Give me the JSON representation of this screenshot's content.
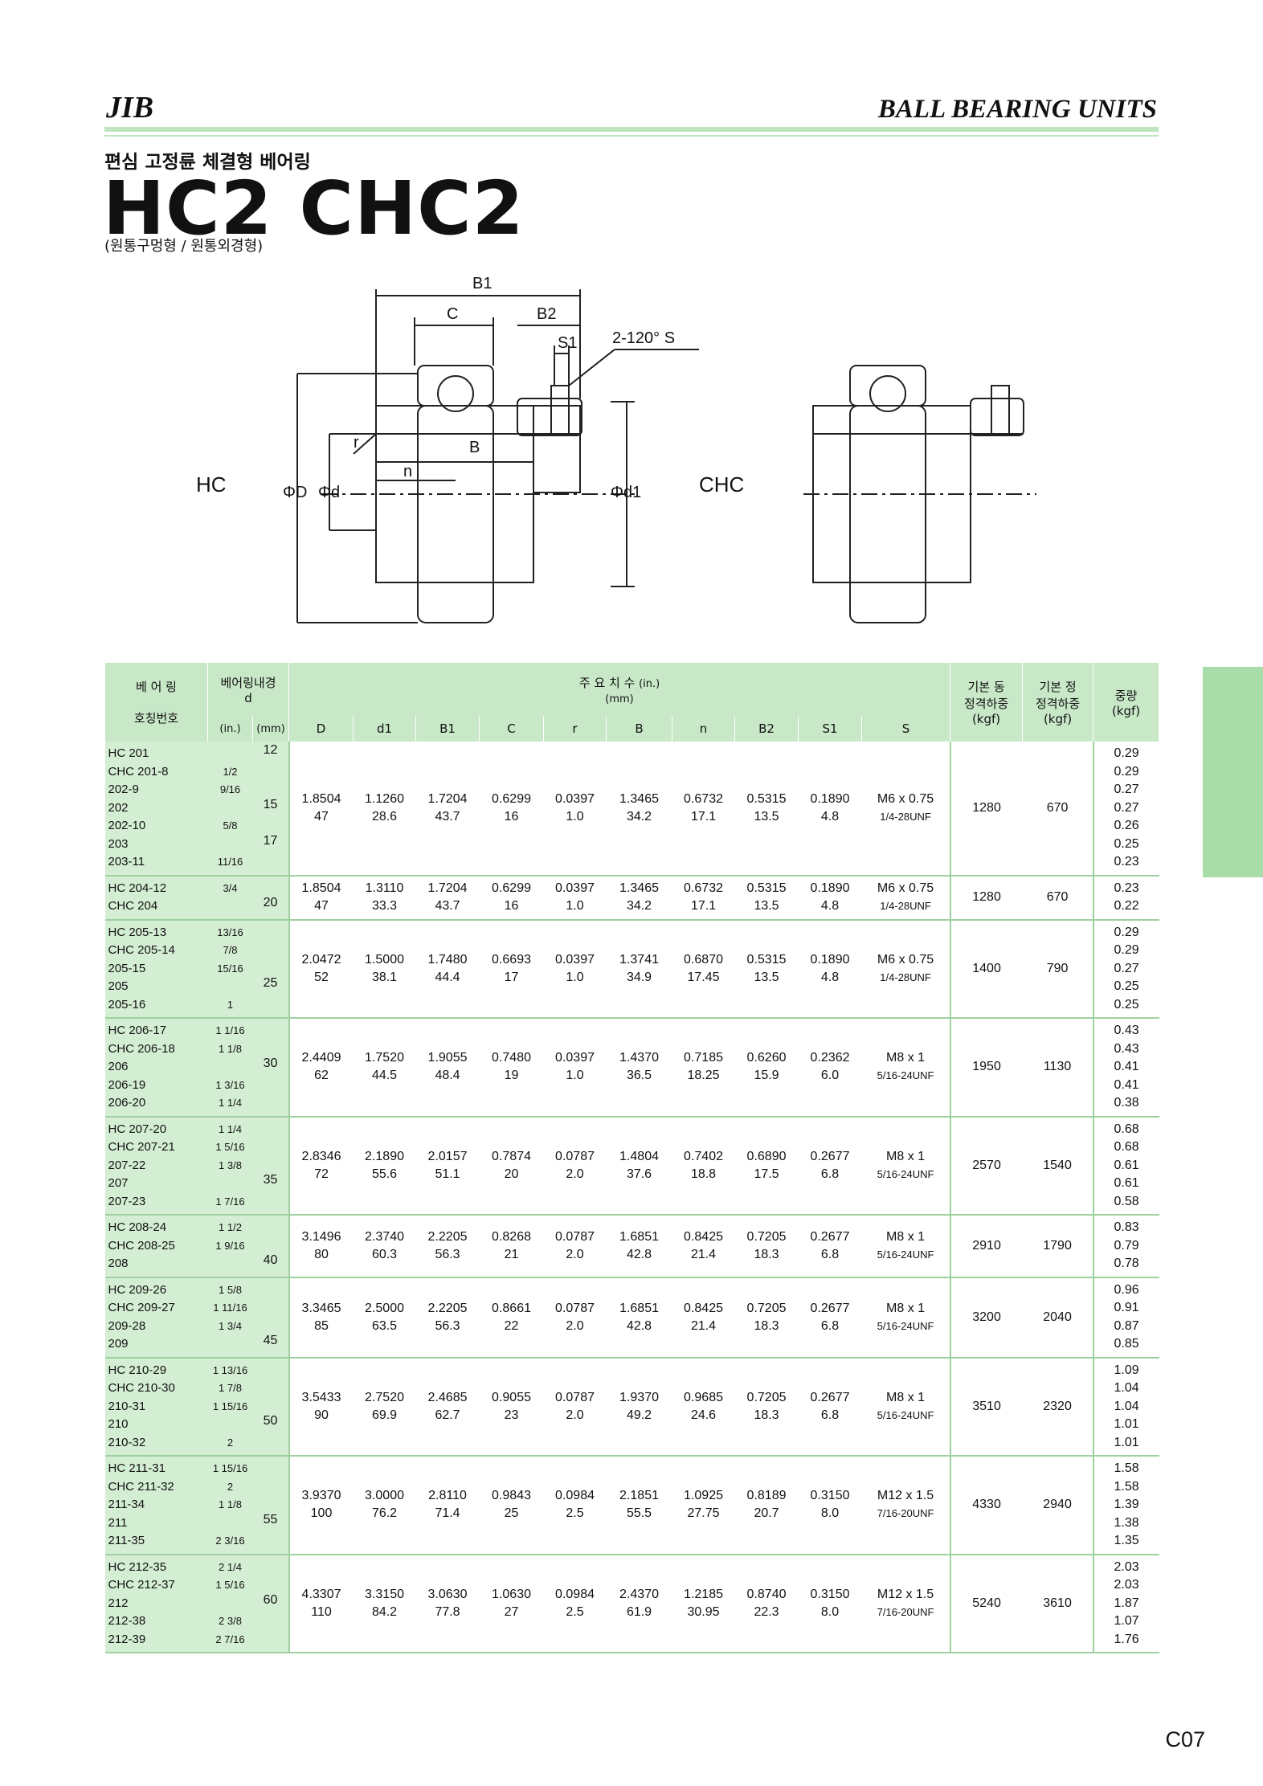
{
  "header": {
    "brand": "JIB",
    "section": "BALL BEARING UNITS",
    "ko_title": "편심 고정륜 체결형 베어링",
    "model": "HC2  CHC2",
    "subtitle": "(원통구멍형 / 원통외경형)"
  },
  "drawing": {
    "left_label": "HC",
    "right_label": "CHC",
    "dims": {
      "B1": "B1",
      "C": "C",
      "B2": "B2",
      "S1": "S1",
      "S": "2-120° S",
      "r": "r",
      "B": "B",
      "n": "n",
      "D": "ΦD",
      "d": "Φd",
      "d1": "Φd1"
    }
  },
  "table": {
    "headers": {
      "designation_1": "베 어 링",
      "designation_2": "호칭번호",
      "bore": "베어링내경",
      "bore_sym": "d",
      "main_dims": "주 요 치 수",
      "units": "(in.)\n(mm)",
      "inch": "(in.)",
      "mm": "(mm)",
      "cols": [
        "D",
        "d1",
        "B1",
        "C",
        "r",
        "B",
        "n",
        "B2",
        "S1",
        "S"
      ],
      "dyn": "기본 동\n정격하중\n(kgf)",
      "stat": "기본 정\n정격하중\n(kgf)",
      "mass": "중량\n(kgf)"
    },
    "groups": [
      {
        "designations": [
          "HC  201",
          "CHC 201-8",
          "202-9",
          "202",
          "202-10",
          "203",
          "203-11"
        ],
        "inch": [
          "",
          "1/2",
          "9/16",
          "",
          "5/8",
          "",
          "11/16"
        ],
        "mm": [
          "12",
          "",
          "",
          "15",
          "",
          "17",
          ""
        ],
        "D": [
          "1.8504",
          "47"
        ],
        "d1": [
          "1.1260",
          "28.6"
        ],
        "B1": [
          "1.7204",
          "43.7"
        ],
        "C": [
          "0.6299",
          "16"
        ],
        "r": [
          "0.0397",
          "1.0"
        ],
        "B": [
          "1.3465",
          "34.2"
        ],
        "n": [
          "0.6732",
          "17.1"
        ],
        "B2": [
          "0.5315",
          "13.5"
        ],
        "S1": [
          "0.1890",
          "4.8"
        ],
        "S": [
          "M6 x 0.75",
          "1/4-28UNF"
        ],
        "dyn": "1280",
        "stat": "670",
        "mass": [
          "0.29",
          "0.29",
          "0.27",
          "0.27",
          "0.26",
          "0.25",
          "0.23"
        ]
      },
      {
        "designations": [
          "HC  204-12",
          "CHC 204"
        ],
        "inch": [
          "3/4",
          ""
        ],
        "mm": [
          "",
          "20"
        ],
        "D": [
          "1.8504",
          "47"
        ],
        "d1": [
          "1.3110",
          "33.3"
        ],
        "B1": [
          "1.7204",
          "43.7"
        ],
        "C": [
          "0.6299",
          "16"
        ],
        "r": [
          "0.0397",
          "1.0"
        ],
        "B": [
          "1.3465",
          "34.2"
        ],
        "n": [
          "0.6732",
          "17.1"
        ],
        "B2": [
          "0.5315",
          "13.5"
        ],
        "S1": [
          "0.1890",
          "4.8"
        ],
        "S": [
          "M6 x 0.75",
          "1/4-28UNF"
        ],
        "dyn": "1280",
        "stat": "670",
        "mass": [
          "0.23",
          "0.22"
        ]
      },
      {
        "designations": [
          "HC  205-13",
          "CHC 205-14",
          "205-15",
          "205",
          "205-16"
        ],
        "inch": [
          "13/16",
          "7/8",
          "15/16",
          "",
          "1"
        ],
        "mm": [
          "",
          "",
          "",
          "25",
          ""
        ],
        "D": [
          "2.0472",
          "52"
        ],
        "d1": [
          "1.5000",
          "38.1"
        ],
        "B1": [
          "1.7480",
          "44.4"
        ],
        "C": [
          "0.6693",
          "17"
        ],
        "r": [
          "0.0397",
          "1.0"
        ],
        "B": [
          "1.3741",
          "34.9"
        ],
        "n": [
          "0.6870",
          "17.45"
        ],
        "B2": [
          "0.5315",
          "13.5"
        ],
        "S1": [
          "0.1890",
          "4.8"
        ],
        "S": [
          "M6 x 0.75",
          "1/4-28UNF"
        ],
        "dyn": "1400",
        "stat": "790",
        "mass": [
          "0.29",
          "0.29",
          "0.27",
          "0.25",
          "0.25"
        ]
      },
      {
        "designations": [
          "HC  206-17",
          "CHC 206-18",
          "206",
          "206-19",
          "206-20"
        ],
        "inch": [
          "1 1/16",
          "1 1/8",
          "",
          "1 3/16",
          "1 1/4"
        ],
        "mm": [
          "",
          "",
          "30",
          "",
          ""
        ],
        "D": [
          "2.4409",
          "62"
        ],
        "d1": [
          "1.7520",
          "44.5"
        ],
        "B1": [
          "1.9055",
          "48.4"
        ],
        "C": [
          "0.7480",
          "19"
        ],
        "r": [
          "0.0397",
          "1.0"
        ],
        "B": [
          "1.4370",
          "36.5"
        ],
        "n": [
          "0.7185",
          "18.25"
        ],
        "B2": [
          "0.6260",
          "15.9"
        ],
        "S1": [
          "0.2362",
          "6.0"
        ],
        "S": [
          "M8 x 1",
          "5/16-24UNF"
        ],
        "dyn": "1950",
        "stat": "1130",
        "mass": [
          "0.43",
          "0.43",
          "0.41",
          "0.41",
          "0.38"
        ]
      },
      {
        "designations": [
          "HC  207-20",
          "CHC 207-21",
          "207-22",
          "207",
          "207-23"
        ],
        "inch": [
          "1 1/4",
          "1 5/16",
          "1 3/8",
          "",
          "1 7/16"
        ],
        "mm": [
          "",
          "",
          "",
          "35",
          ""
        ],
        "D": [
          "2.8346",
          "72"
        ],
        "d1": [
          "2.1890",
          "55.6"
        ],
        "B1": [
          "2.0157",
          "51.1"
        ],
        "C": [
          "0.7874",
          "20"
        ],
        "r": [
          "0.0787",
          "2.0"
        ],
        "B": [
          "1.4804",
          "37.6"
        ],
        "n": [
          "0.7402",
          "18.8"
        ],
        "B2": [
          "0.6890",
          "17.5"
        ],
        "S1": [
          "0.2677",
          "6.8"
        ],
        "S": [
          "M8 x 1",
          "5/16-24UNF"
        ],
        "dyn": "2570",
        "stat": "1540",
        "mass": [
          "0.68",
          "0.68",
          "0.61",
          "0.61",
          "0.58"
        ]
      },
      {
        "designations": [
          "HC  208-24",
          "CHC 208-25",
          "208"
        ],
        "inch": [
          "1 1/2",
          "1 9/16",
          ""
        ],
        "mm": [
          "",
          "",
          "40"
        ],
        "D": [
          "3.1496",
          "80"
        ],
        "d1": [
          "2.3740",
          "60.3"
        ],
        "B1": [
          "2.2205",
          "56.3"
        ],
        "C": [
          "0.8268",
          "21"
        ],
        "r": [
          "0.0787",
          "2.0"
        ],
        "B": [
          "1.6851",
          "42.8"
        ],
        "n": [
          "0.8425",
          "21.4"
        ],
        "B2": [
          "0.7205",
          "18.3"
        ],
        "S1": [
          "0.2677",
          "6.8"
        ],
        "S": [
          "M8 x 1",
          "5/16-24UNF"
        ],
        "dyn": "2910",
        "stat": "1790",
        "mass": [
          "0.83",
          "0.79",
          "0.78"
        ]
      },
      {
        "designations": [
          "HC  209-26",
          "CHC 209-27",
          "209-28",
          "209"
        ],
        "inch": [
          "1 5/8",
          "1 11/16",
          "1 3/4",
          ""
        ],
        "mm": [
          "",
          "",
          "",
          "45"
        ],
        "D": [
          "3.3465",
          "85"
        ],
        "d1": [
          "2.5000",
          "63.5"
        ],
        "B1": [
          "2.2205",
          "56.3"
        ],
        "C": [
          "0.8661",
          "22"
        ],
        "r": [
          "0.0787",
          "2.0"
        ],
        "B": [
          "1.6851",
          "42.8"
        ],
        "n": [
          "0.8425",
          "21.4"
        ],
        "B2": [
          "0.7205",
          "18.3"
        ],
        "S1": [
          "0.2677",
          "6.8"
        ],
        "S": [
          "M8 x 1",
          "5/16-24UNF"
        ],
        "dyn": "3200",
        "stat": "2040",
        "mass": [
          "0.96",
          "0.91",
          "0.87",
          "0.85"
        ]
      },
      {
        "designations": [
          "HC  210-29",
          "CHC 210-30",
          "210-31",
          "210",
          "210-32"
        ],
        "inch": [
          "1 13/16",
          "1 7/8",
          "1 15/16",
          "",
          "2"
        ],
        "mm": [
          "",
          "",
          "",
          "50",
          ""
        ],
        "D": [
          "3.5433",
          "90"
        ],
        "d1": [
          "2.7520",
          "69.9"
        ],
        "B1": [
          "2.4685",
          "62.7"
        ],
        "C": [
          "0.9055",
          "23"
        ],
        "r": [
          "0.0787",
          "2.0"
        ],
        "B": [
          "1.9370",
          "49.2"
        ],
        "n": [
          "0.9685",
          "24.6"
        ],
        "B2": [
          "0.7205",
          "18.3"
        ],
        "S1": [
          "0.2677",
          "6.8"
        ],
        "S": [
          "M8 x 1",
          "5/16-24UNF"
        ],
        "dyn": "3510",
        "stat": "2320",
        "mass": [
          "1.09",
          "1.04",
          "1.04",
          "1.01",
          "1.01"
        ]
      },
      {
        "designations": [
          "HC  211-31",
          "CHC 211-32",
          "211-34",
          "211",
          "211-35"
        ],
        "inch": [
          "1 15/16",
          "2",
          "1 1/8",
          "",
          "2 3/16"
        ],
        "mm": [
          "",
          "",
          "",
          "55",
          ""
        ],
        "D": [
          "3.9370",
          "100"
        ],
        "d1": [
          "3.0000",
          "76.2"
        ],
        "B1": [
          "2.8110",
          "71.4"
        ],
        "C": [
          "0.9843",
          "25"
        ],
        "r": [
          "0.0984",
          "2.5"
        ],
        "B": [
          "2.1851",
          "55.5"
        ],
        "n": [
          "1.0925",
          "27.75"
        ],
        "B2": [
          "0.8189",
          "20.7"
        ],
        "S1": [
          "0.3150",
          "8.0"
        ],
        "S": [
          "M12 x 1.5",
          "7/16-20UNF"
        ],
        "dyn": "4330",
        "stat": "2940",
        "mass": [
          "1.58",
          "1.58",
          "1.39",
          "1.38",
          "1.35"
        ]
      },
      {
        "designations": [
          "HC  212-35",
          "CHC 212-37",
          "212",
          "212-38",
          "212-39"
        ],
        "inch": [
          "2 1/4",
          "1 5/16",
          "",
          "2 3/8",
          "2 7/16"
        ],
        "mm": [
          "",
          "",
          "60",
          "",
          ""
        ],
        "D": [
          "4.3307",
          "110"
        ],
        "d1": [
          "3.3150",
          "84.2"
        ],
        "B1": [
          "3.0630",
          "77.8"
        ],
        "C": [
          "1.0630",
          "27"
        ],
        "r": [
          "0.0984",
          "2.5"
        ],
        "B": [
          "2.4370",
          "61.9"
        ],
        "n": [
          "1.2185",
          "30.95"
        ],
        "B2": [
          "0.8740",
          "22.3"
        ],
        "S1": [
          "0.3150",
          "8.0"
        ],
        "S": [
          "M12 x 1.5",
          "7/16-20UNF"
        ],
        "dyn": "5240",
        "stat": "3610",
        "mass": [
          "2.03",
          "2.03",
          "1.87",
          "1.07",
          "1.76"
        ]
      }
    ]
  },
  "footer": {
    "page": "C07"
  }
}
